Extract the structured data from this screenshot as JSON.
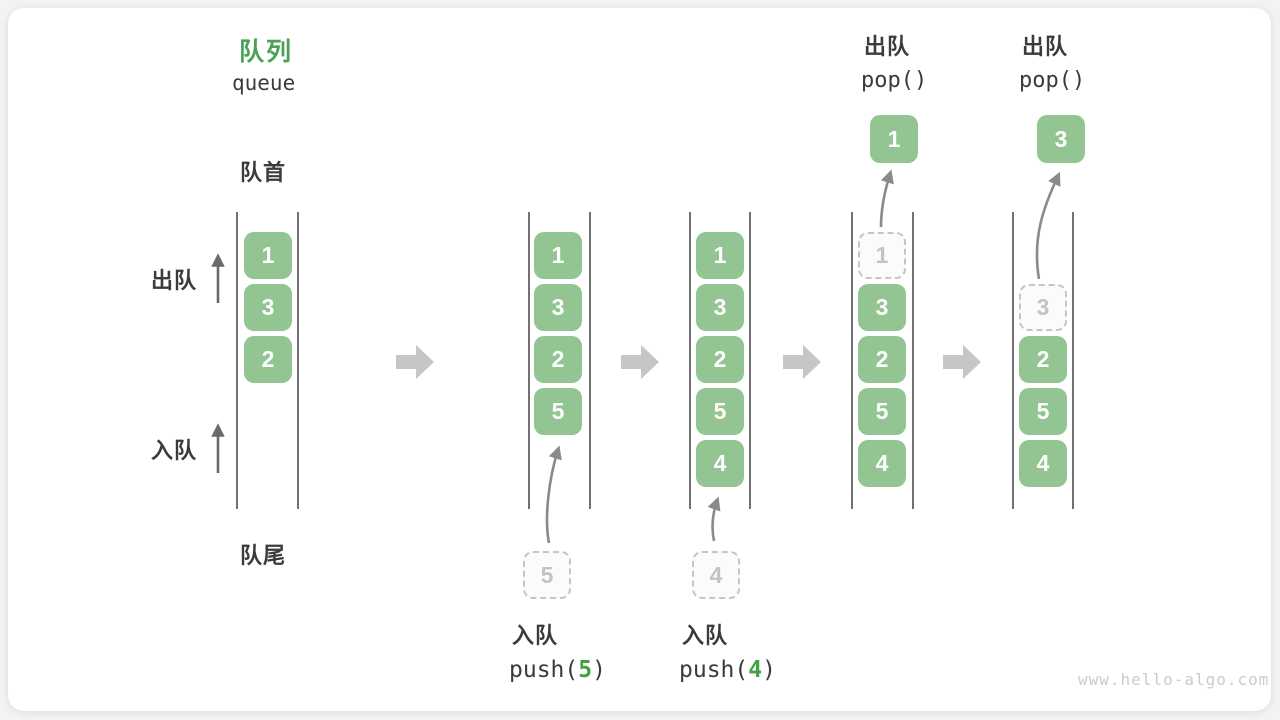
{
  "title": {
    "zh": "队列",
    "en": "queue"
  },
  "side_labels": {
    "front": "队首",
    "rear": "队尾",
    "dequeue": "出队",
    "enqueue": "入队"
  },
  "colors": {
    "box_green": "#93c592",
    "accent_green": "#43a047",
    "title_green": "#4aa157",
    "channel_line": "#4f4f4f",
    "curved_arrow": "#8a8a8a",
    "label_arrow": "#6a6a6a",
    "block_arrow": "#c6c6c6",
    "dashed_gray": "#c5c5c5",
    "text_dark": "#3b3b3b",
    "watermark_gray": "#cbcbcb"
  },
  "queues": [
    {
      "name": "state-1",
      "items": [
        {
          "value": "1"
        },
        {
          "value": "3"
        },
        {
          "value": "2"
        }
      ]
    },
    {
      "name": "state-2",
      "items": [
        {
          "value": "1"
        },
        {
          "value": "3"
        },
        {
          "value": "2"
        },
        {
          "value": "5"
        }
      ],
      "pending": {
        "value": "5"
      },
      "op": {
        "label": "入队",
        "code_pre": "push(",
        "arg": "5",
        "code_post": ")"
      }
    },
    {
      "name": "state-3",
      "items": [
        {
          "value": "1"
        },
        {
          "value": "3"
        },
        {
          "value": "2"
        },
        {
          "value": "5"
        },
        {
          "value": "4"
        }
      ],
      "pending": {
        "value": "4"
      },
      "op": {
        "label": "入队",
        "code_pre": "push(",
        "arg": "4",
        "code_post": ")"
      }
    },
    {
      "name": "state-4",
      "items": [
        {
          "value": "1",
          "dashed": true
        },
        {
          "value": "3"
        },
        {
          "value": "2"
        },
        {
          "value": "5"
        },
        {
          "value": "4"
        }
      ],
      "popped": {
        "value": "1"
      },
      "op": {
        "label": "出队",
        "code": "pop()"
      }
    },
    {
      "name": "state-5",
      "items": [
        {
          "value": "3",
          "dashed": true
        },
        {
          "value": "2"
        },
        {
          "value": "5"
        },
        {
          "value": "4"
        }
      ],
      "popped": {
        "value": "3"
      },
      "op": {
        "label": "出队",
        "code": "pop()"
      }
    }
  ],
  "watermark": "www.hello-algo.com"
}
